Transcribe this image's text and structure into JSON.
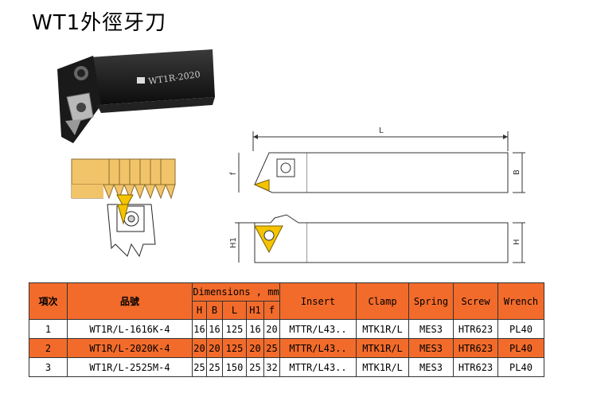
{
  "title": "WT1外徑牙刀",
  "photo": {
    "engraving": "WT1R-2020"
  },
  "drawing": {
    "dim_L": "L",
    "dim_B": "B",
    "dim_H": "H",
    "dim_f": "f",
    "dim_H1": "H1"
  },
  "table": {
    "header": {
      "item": "項次",
      "part": "品號",
      "dimensions": "Dimensions , mm",
      "dims": [
        "H",
        "B",
        "L",
        "H1",
        "f"
      ],
      "insert": "Insert",
      "clamp": "Clamp",
      "spring": "Spring",
      "screw": "Screw",
      "wrench": "Wrench"
    },
    "rows": [
      {
        "item": "1",
        "part": "WT1R/L-1616K-4",
        "H": "16",
        "B": "16",
        "L": "125",
        "H1": "16",
        "f": "20",
        "insert": "MTTR/L43..",
        "clamp": "MTK1R/L",
        "spring": "MES3",
        "screw": "HTR623",
        "wrench": "PL40"
      },
      {
        "item": "2",
        "part": "WT1R/L-2020K-4",
        "H": "20",
        "B": "20",
        "L": "125",
        "H1": "20",
        "f": "25",
        "insert": "MTTR/L43..",
        "clamp": "MTK1R/L",
        "spring": "MES3",
        "screw": "HTR623",
        "wrench": "PL40"
      },
      {
        "item": "3",
        "part": "WT1R/L-2525M-4",
        "H": "25",
        "B": "25",
        "L": "150",
        "H1": "25",
        "f": "32",
        "insert": "MTTR/L43..",
        "clamp": "MTK1R/L",
        "spring": "MES3",
        "screw": "HTR623",
        "wrench": "PL40"
      }
    ]
  },
  "colors": {
    "header_bg": "#f26b2b",
    "highlight_row": "#f26b2b",
    "insert_gold": "#f5c400",
    "workpiece": "#f2c46a"
  }
}
